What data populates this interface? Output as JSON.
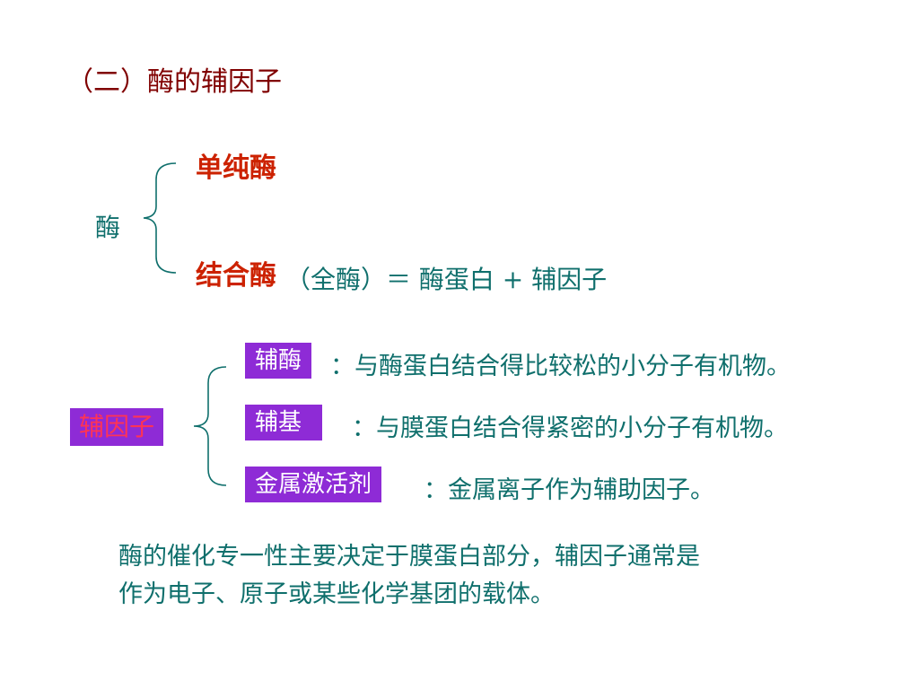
{
  "slide": {
    "title": "（二）酶的辅因子",
    "enzyme_label": "酶",
    "simple_enzyme": "单纯酶",
    "conjugated_enzyme": "结合酶",
    "holoenzyme_eq": "（全酶）＝ 酶蛋白 + 辅因子",
    "cofactor_label": "辅因子",
    "cofactor_items": [
      {
        "term": "辅酶",
        "desc": "：与酶蛋白结合得比较松的小分子有机物。"
      },
      {
        "term": "辅基",
        "desc": "：与膜蛋白结合得紧密的小分子有机物。"
      },
      {
        "term": "金属激活剂",
        "desc": "：金属离子作为辅助因子。"
      }
    ],
    "summary_line1": "酶的催化专一性主要决定于膜蛋白部分，辅因子通常是",
    "summary_line2": "作为电子、原子或某些化学基团的载体。"
  },
  "colors": {
    "title": "#800000",
    "text": "#0f6f6c",
    "highlight_red": "#cc2200",
    "box_purple": "#8e2bd6",
    "cofactor_text": "#ff3355"
  }
}
